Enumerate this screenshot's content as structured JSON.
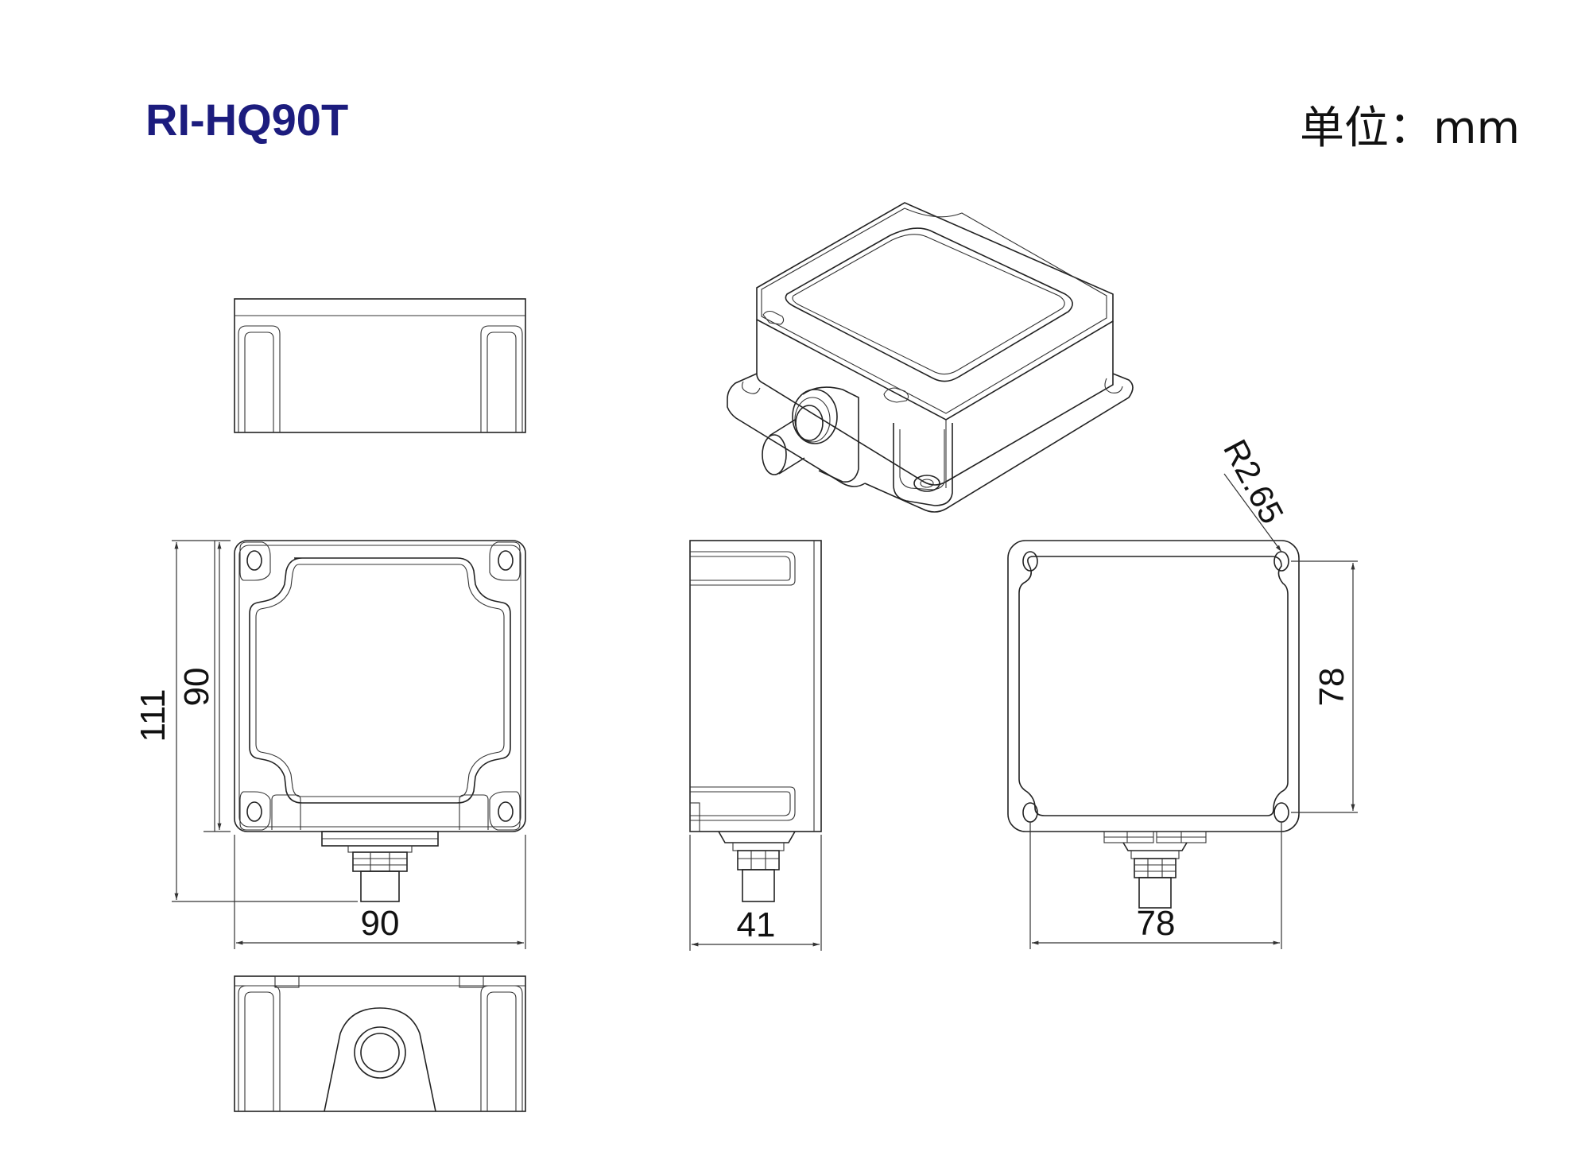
{
  "header": {
    "model": "RI-HQ90T",
    "unit_label": "单位：mm"
  },
  "dimensions": {
    "front_height_total": "111",
    "front_height_body": "90",
    "front_width": "90",
    "side_depth": "41",
    "bottom_width_holes": "78",
    "bottom_height_holes": "78",
    "corner_radius": "R2.65"
  }
}
